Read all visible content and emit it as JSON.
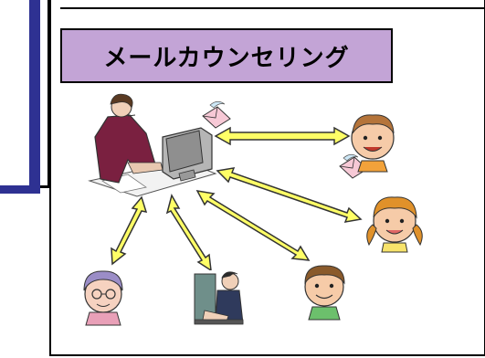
{
  "title": "メールカウンセリング",
  "nodes": {
    "counselor": "counselor-at-computer",
    "client_boy": "smiling-boy-with-envelope",
    "client_girl": "smiling-girl-pigtails",
    "client_grandma": "grandmother-with-glasses",
    "client_businessman": "businessman-at-desk",
    "client_young_man": "smiling-young-man"
  },
  "colors": {
    "title_bg": "#c3a4d6",
    "arrow_fill": "#ffff66",
    "arrow_stroke": "#333333",
    "accent_navy": "#2e3192"
  }
}
